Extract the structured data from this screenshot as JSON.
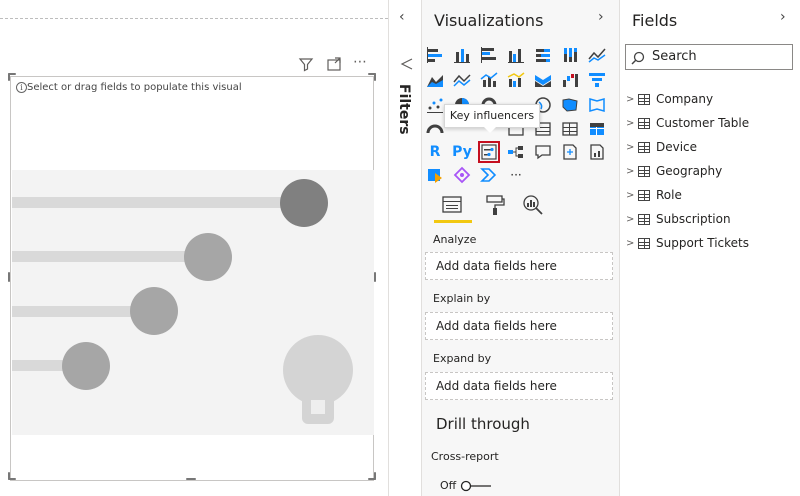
{
  "canvas": {
    "visual_message": "Select or drag fields to populate this visual"
  },
  "filters_pane": {
    "label": "Filters"
  },
  "visualizations": {
    "title": "Visualizations",
    "tooltip": "Key influencers",
    "more_glyph": "···",
    "wells": [
      {
        "label": "Analyze",
        "placeholder": "Add data fields here"
      },
      {
        "label": "Explain by",
        "placeholder": "Add data fields here"
      },
      {
        "label": "Expand by",
        "placeholder": "Add data fields here"
      }
    ],
    "drill_through": {
      "title": "Drill through",
      "cross_report_label": "Cross-report",
      "toggle_state": "Off"
    }
  },
  "fields_pane": {
    "title": "Fields",
    "search_placeholder": "Search",
    "tables": [
      "Company",
      "Customer Table",
      "Device",
      "Geography",
      "Role",
      "Subscription",
      "Support Tickets"
    ]
  },
  "colors": {
    "accent_yellow": "#f2c811",
    "selected_red": "#c50f1f",
    "icon_blue": "#118dff",
    "icon_dark": "#404040"
  }
}
